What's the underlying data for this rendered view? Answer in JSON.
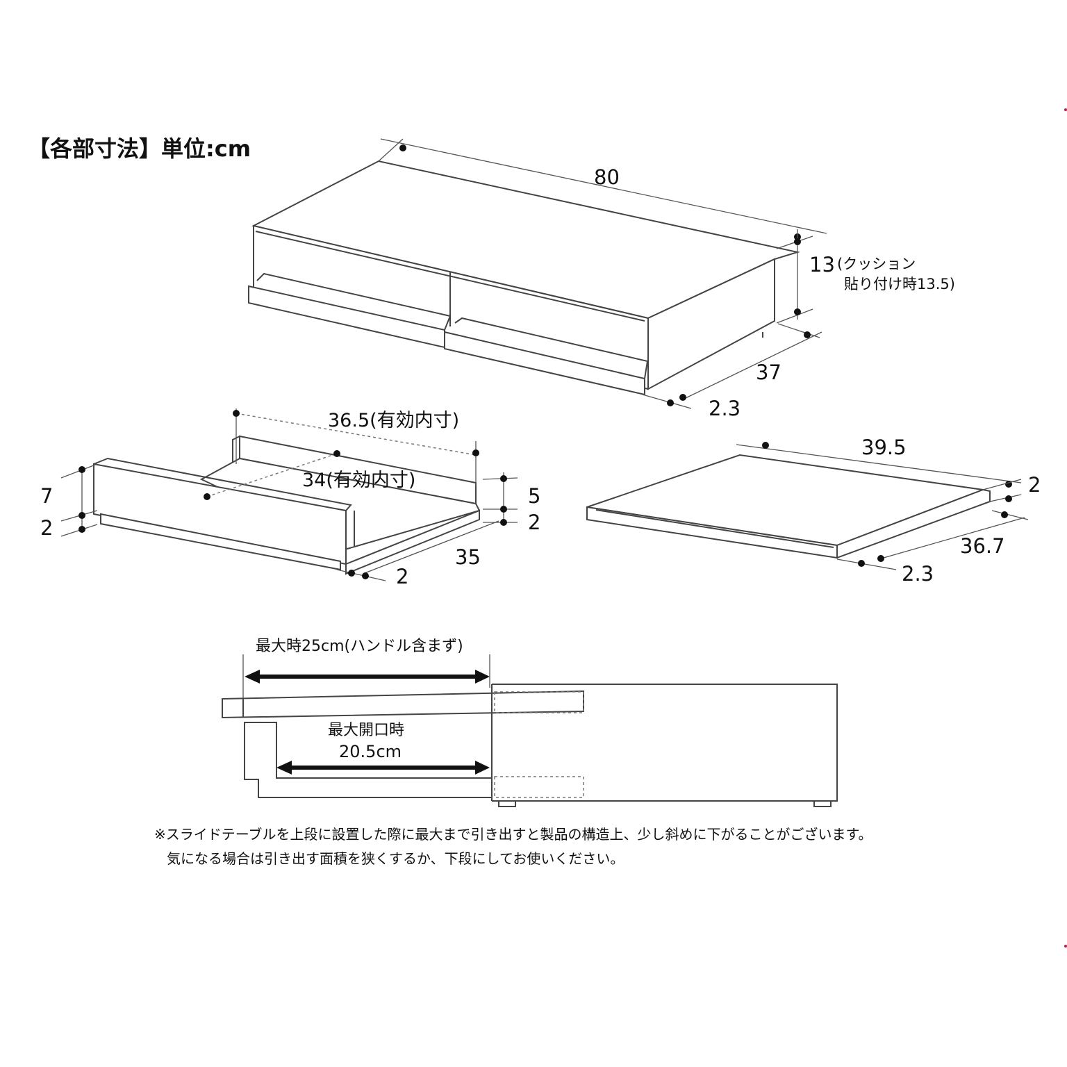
{
  "title": "【各部寸法】単位:cm",
  "unit_box": {
    "width": "80",
    "height": "13",
    "height_note_1": "(クッション",
    "height_note_2": "貼り付け時13.5)",
    "depth": "37",
    "base_offset": "2.3"
  },
  "drawer": {
    "inner_width": "36.5(有効内寸)",
    "inner_depth": "34(有効内寸)",
    "height": "7",
    "base": "2",
    "inner_height": "5",
    "side_base": "2",
    "depth": "35",
    "thickness": "2"
  },
  "slide_table": {
    "width": "39.5",
    "thickness": "2",
    "depth": "36.7",
    "offset": "2.3"
  },
  "section": {
    "max_extend": "最大時25cm(ハンドル含まず)",
    "max_open_1": "最大開口時",
    "max_open_2": "20.5cm"
  },
  "footnote": {
    "line1": "※スライドテーブルを上段に設置した際に最大まで引き出すと製品の構造上、少し斜めに下がることがございます。",
    "line2": "気になる場合は引き出す面積を狭くするか、下段にしてお使いください。"
  },
  "colors": {
    "line": "#444444",
    "text": "#111111",
    "accent": "#c2185b"
  }
}
